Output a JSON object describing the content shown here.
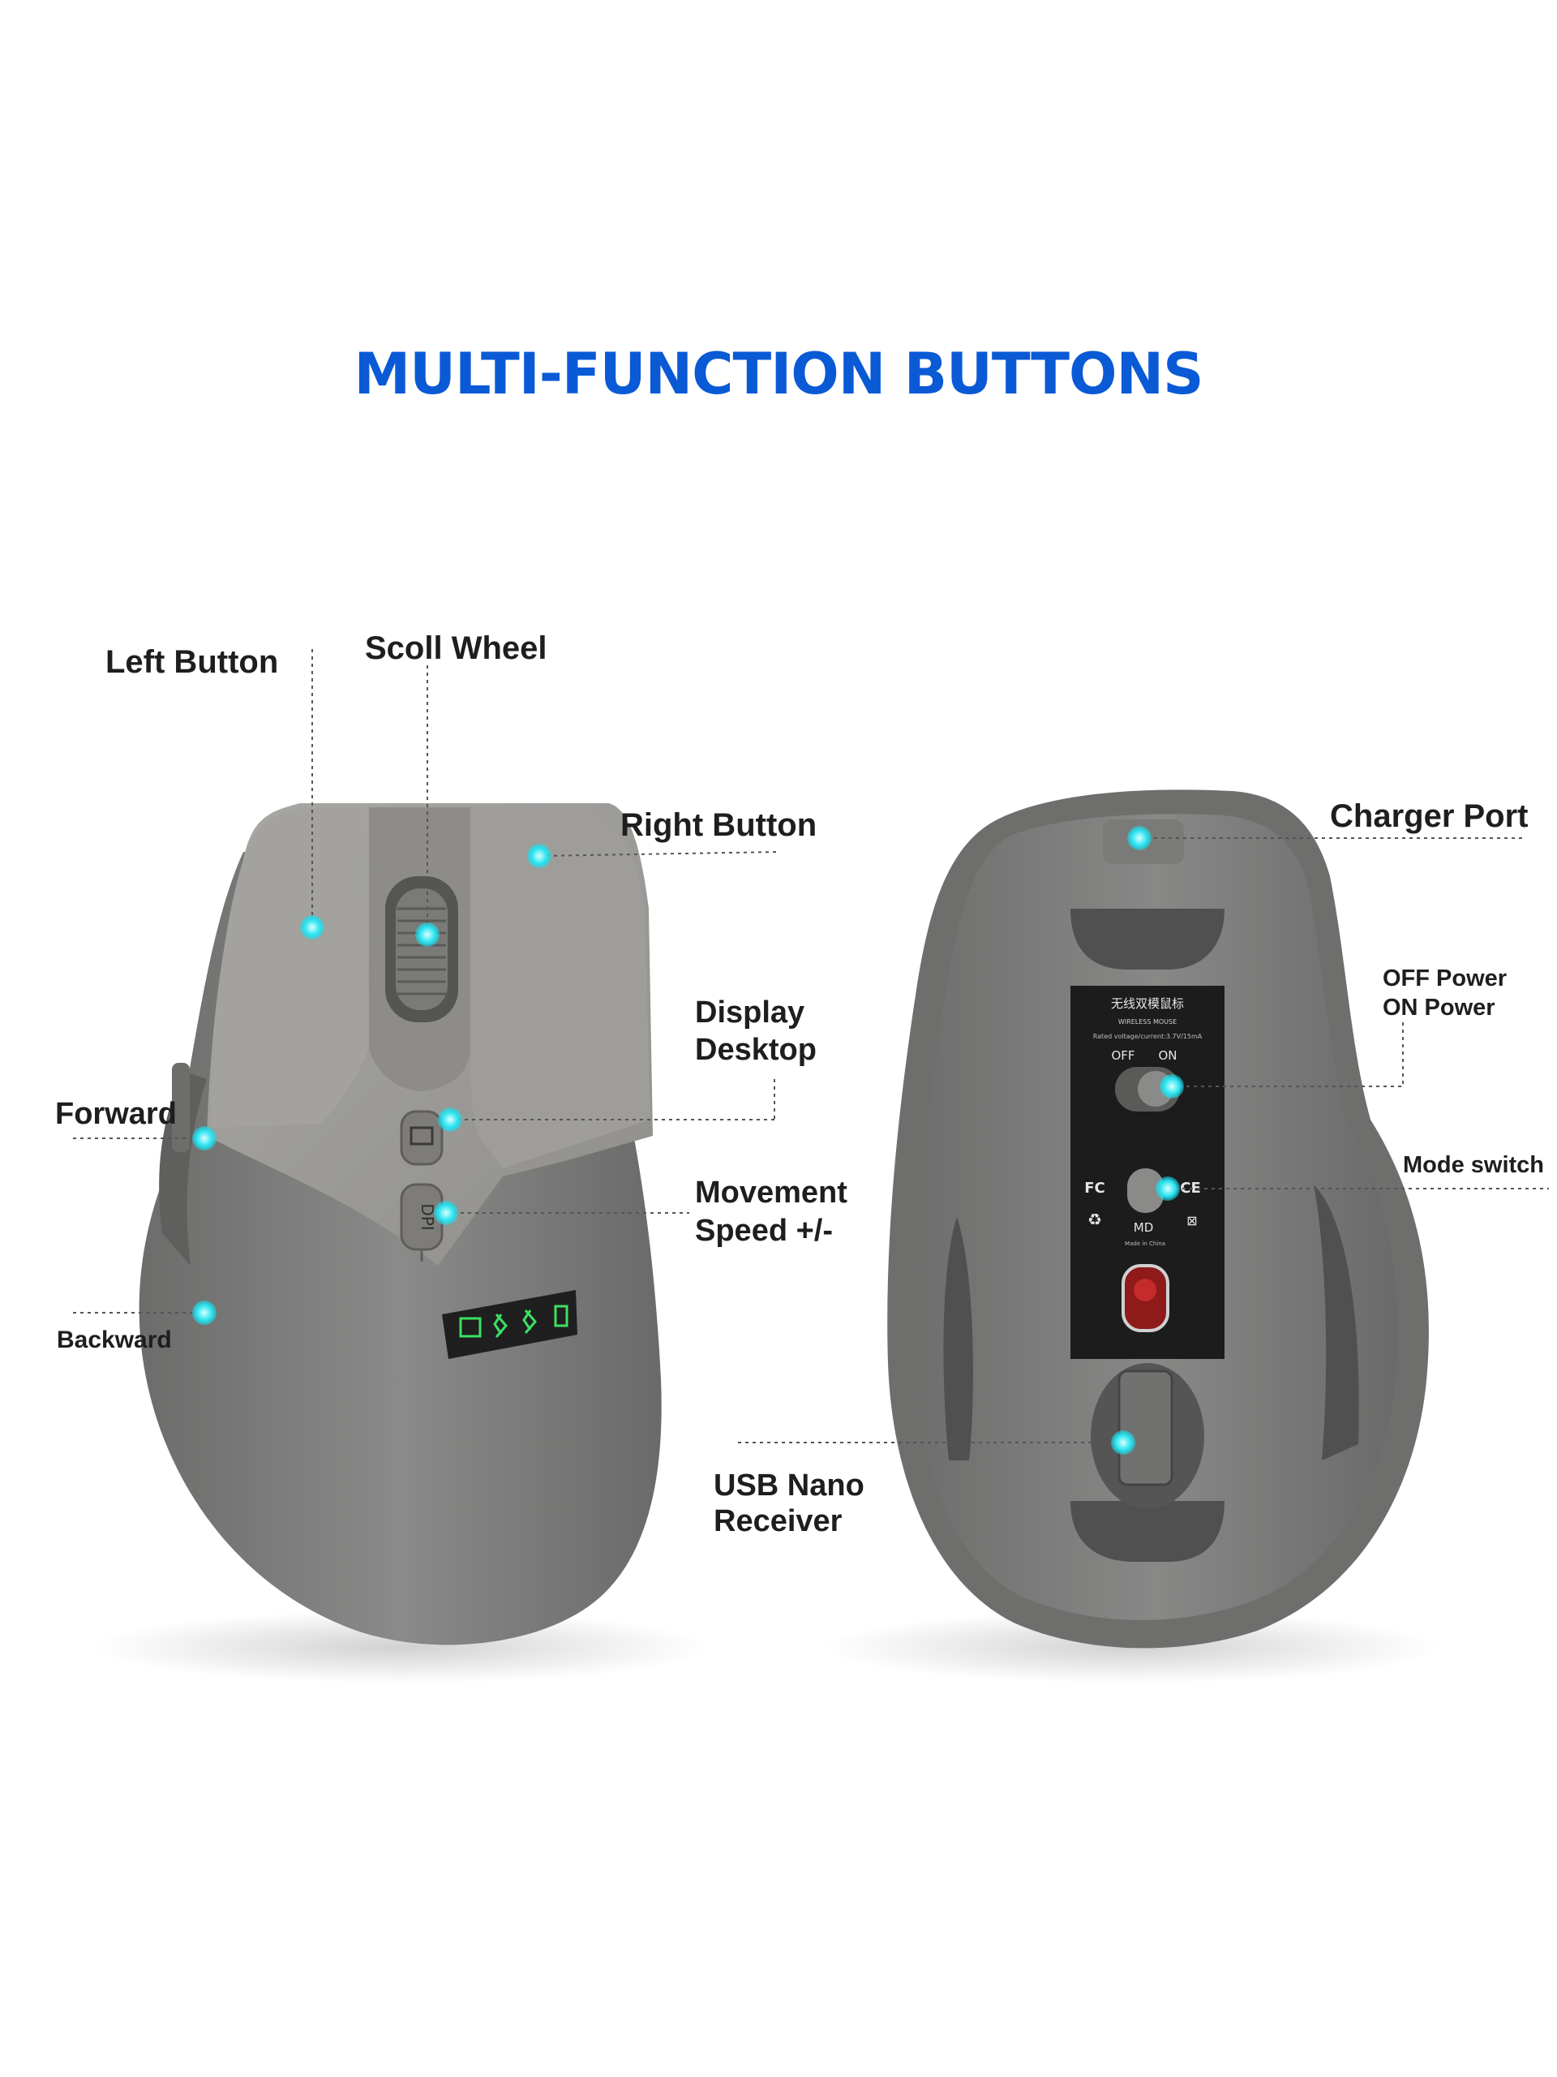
{
  "title": "MULTI-FUNCTION BUTTONS",
  "labels": {
    "left_button": "Left Button",
    "scroll_wheel": "Scoll Wheel",
    "right_button": "Right Button",
    "display_desktop_1": "Display",
    "display_desktop_2": "Desktop",
    "forward": "Forward",
    "movement_speed_1": "Movement",
    "movement_speed_2": "Speed +/-",
    "backward": "Backward",
    "charger_port": "Charger Port",
    "off_power": "OFF Power",
    "on_power": "ON Power",
    "mode_switch": "Mode switch",
    "usb_nano_1": "USB Nano",
    "usb_nano_2": "Receiver"
  },
  "sticker": {
    "chinese": "无线双模鼠标",
    "english": "WIRELESS MOUSE",
    "rating": "Rated voltage/current:3.7V/15mA",
    "off": "OFF",
    "on": "ON",
    "md": "MD",
    "made_in": "Made in China",
    "fc": "FC",
    "ce": "CE"
  },
  "buttons": {
    "dpi": "DPI"
  },
  "colors": {
    "title": "#0a5ad6",
    "dot": "#27e3f0",
    "body": "#8a8a88",
    "indicator": "#3ce064"
  }
}
